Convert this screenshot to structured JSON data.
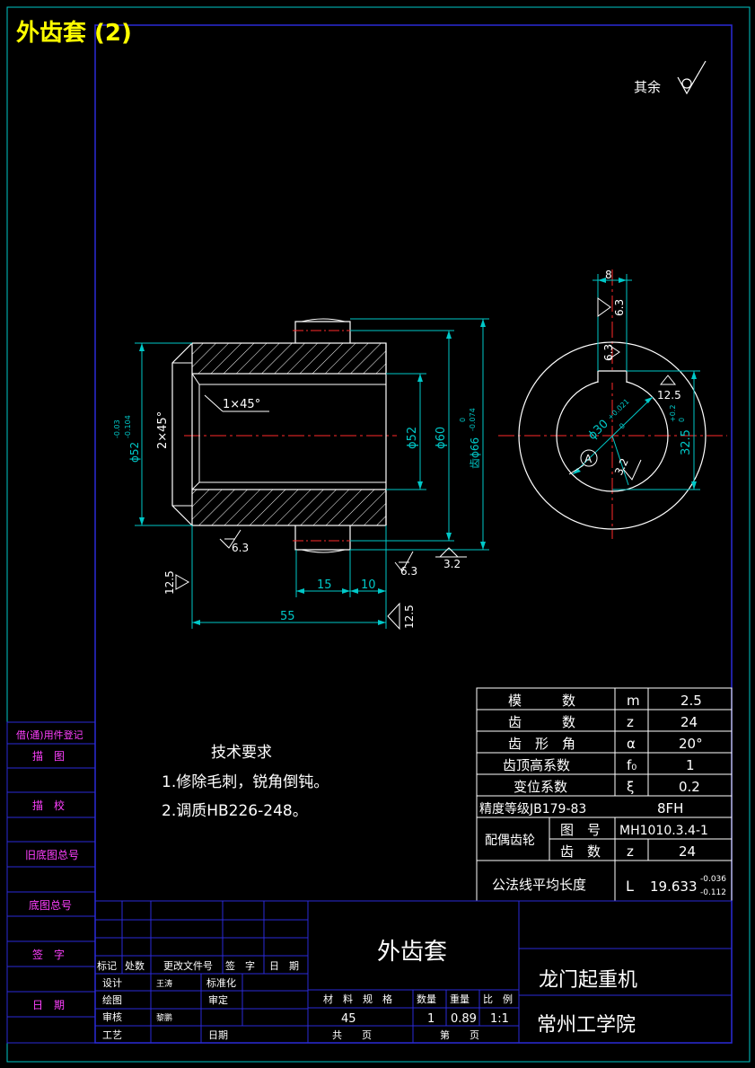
{
  "title": "外齿套 (2)",
  "roughness_note": {
    "label": "其余"
  },
  "dims": {
    "d52_tol": "ϕ52",
    "d52_tol_up": "-0.03",
    "d52_tol_lo": "-0.104",
    "chamfer": "2×45°",
    "chamfer_in": "1×45°",
    "d52": "ϕ52",
    "d60": "ϕ60",
    "d66": "齿ϕ66",
    "d66_up": "0",
    "d66_lo": "-0.074",
    "len15": "15",
    "len10": "10",
    "len55": "55",
    "ra63a": "6.3",
    "ra63b": "6.3",
    "ra32": "3.2",
    "ra125a": "12.5",
    "ra125b": "12.5",
    "w8": "8",
    "ra63c": "6.3",
    "ra63d": "6.3",
    "ra125c": "12.5",
    "d30": "ϕ30",
    "d30_up": "+0.021",
    "d30_lo": "0",
    "k325": "32.5",
    "k325_up": "+0.2",
    "k325_lo": "0",
    "ra32b": "3.2",
    "datum": "A"
  },
  "tech_req": {
    "heading": "技术要求",
    "items": [
      "1.修除毛刺，锐角倒钝。",
      "2.调质HB226-248。"
    ]
  },
  "gear_table": {
    "rows": [
      {
        "name": "模　　　数",
        "sym": "m",
        "val": "2.5"
      },
      {
        "name": "齿　　　数",
        "sym": "z",
        "val": "24"
      },
      {
        "name": "齿　形　角",
        "sym": "α",
        "val": "20°"
      },
      {
        "name": "齿顶高系数",
        "sym": "f₀",
        "val": "1"
      },
      {
        "name": "变位系数",
        "sym": "ξ",
        "val": "0.2"
      }
    ],
    "precision_label": "精度等级JB179-83",
    "precision_val": "8FH",
    "mating_label": "配偶齿轮",
    "mating_rows": [
      {
        "name": "图　号",
        "sym": "",
        "val": "MH1010.3.4-1"
      },
      {
        "name": "齿　数",
        "sym": "z",
        "val": "24"
      }
    ],
    "wn_label": "公法线平均长度",
    "wn_sym": "L",
    "wn_val": "19.633",
    "wn_up": "-0.036",
    "wn_lo": "-0.112"
  },
  "side_labels": [
    "借(通)用件登记",
    "描　图",
    "描　校",
    "旧底图总号",
    "底图总号",
    "签　字",
    "日　期"
  ],
  "title_block": {
    "part_name": "外齿套",
    "machine": "龙门起重机",
    "school": "常州工学院",
    "rev_headers": [
      "标记",
      "处数",
      "更改文件号",
      "签　字",
      "日　期"
    ],
    "design": "设计",
    "designer": "王涛",
    "standard": "标准化",
    "draw": "绘图",
    "review": "审定",
    "check": "审核",
    "checker": "黎鹏",
    "process": "工艺",
    "date": "日期",
    "material_hdr": "材　料　规　格",
    "qty_hdr": "数量",
    "weight_hdr": "重量",
    "scale_hdr": "比　例",
    "material": "45",
    "qty": "1",
    "weight": "0.89",
    "scale": "1:1",
    "total_pages": "共　　页",
    "page_no": "第　　页"
  },
  "colors": {
    "frame": "#2a2ad8",
    "cyan": "#00c8c8",
    "white": "#ffffff",
    "red": "#ff2a2a",
    "title": "#ffff00",
    "magenta": "#ff40ff"
  }
}
